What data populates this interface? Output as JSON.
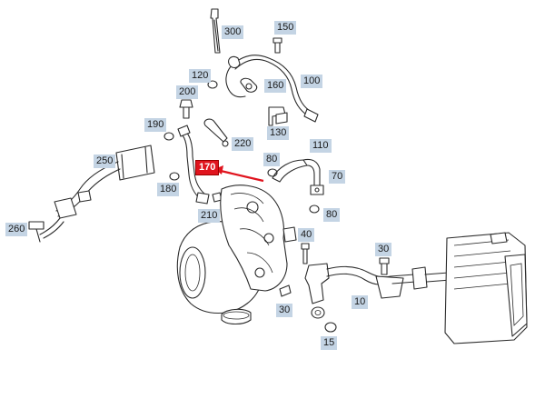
{
  "callouts": [
    {
      "id": "300",
      "text": "300"
    },
    {
      "id": "150",
      "text": "150"
    },
    {
      "id": "120",
      "text": "120"
    },
    {
      "id": "100",
      "text": "100"
    },
    {
      "id": "160",
      "text": "160"
    },
    {
      "id": "200",
      "text": "200"
    },
    {
      "id": "190",
      "text": "190"
    },
    {
      "id": "220",
      "text": "220"
    },
    {
      "id": "130",
      "text": "130"
    },
    {
      "id": "110",
      "text": "110"
    },
    {
      "id": "250",
      "text": "250"
    },
    {
      "id": "170",
      "text": "170"
    },
    {
      "id": "80a",
      "text": "80"
    },
    {
      "id": "70",
      "text": "70"
    },
    {
      "id": "180",
      "text": "180"
    },
    {
      "id": "210",
      "text": "210"
    },
    {
      "id": "80b",
      "text": "80"
    },
    {
      "id": "260",
      "text": "260"
    },
    {
      "id": "40",
      "text": "40"
    },
    {
      "id": "30a",
      "text": "30"
    },
    {
      "id": "10",
      "text": "10"
    },
    {
      "id": "30b",
      "text": "30"
    },
    {
      "id": "15",
      "text": "15"
    }
  ],
  "highlight_color": "#e0141e",
  "callout_color": "#c4d4e4"
}
